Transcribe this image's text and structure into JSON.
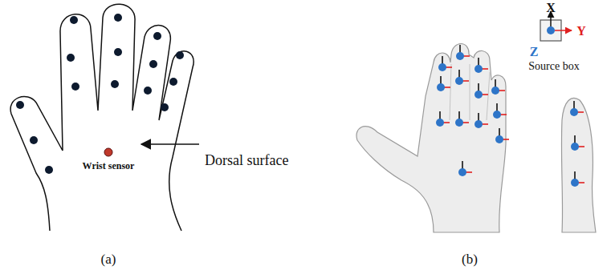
{
  "diagram": {
    "labels": [
      "Wrist sensor",
      "Dorsal surface",
      "(a)",
      "X",
      "Z",
      "Y",
      "Source box",
      "(b)"
    ]
  }
}
